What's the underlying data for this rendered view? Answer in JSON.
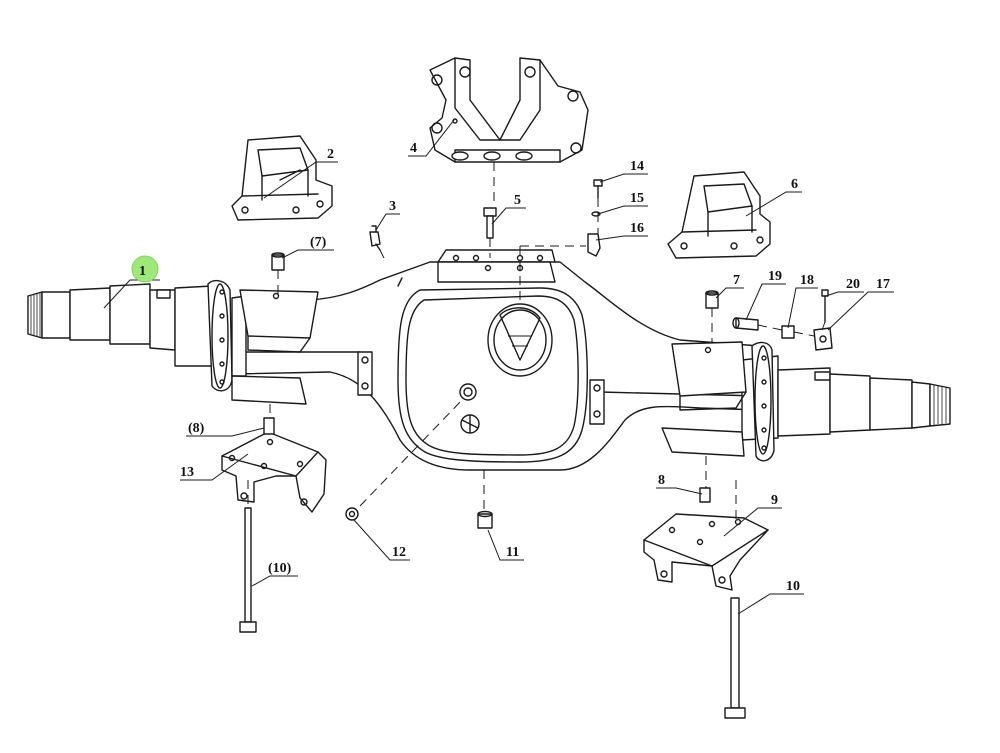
{
  "diagram": {
    "highlight_color": "#9ee87a",
    "callouts": [
      {
        "id": "c1",
        "label": "1",
        "highlighted": true
      },
      {
        "id": "c2",
        "label": "2"
      },
      {
        "id": "c3",
        "label": "3"
      },
      {
        "id": "c4",
        "label": "4"
      },
      {
        "id": "c5",
        "label": "5"
      },
      {
        "id": "c6",
        "label": "6"
      },
      {
        "id": "c7a",
        "label": "(7)"
      },
      {
        "id": "c7b",
        "label": "7"
      },
      {
        "id": "c8a",
        "label": "(8)"
      },
      {
        "id": "c8b",
        "label": "8"
      },
      {
        "id": "c9",
        "label": "9"
      },
      {
        "id": "c10a",
        "label": "(10)"
      },
      {
        "id": "c10b",
        "label": "10"
      },
      {
        "id": "c11",
        "label": "11"
      },
      {
        "id": "c12",
        "label": "12"
      },
      {
        "id": "c13",
        "label": "13"
      },
      {
        "id": "c14",
        "label": "14"
      },
      {
        "id": "c15",
        "label": "15"
      },
      {
        "id": "c16",
        "label": "16"
      },
      {
        "id": "c17",
        "label": "17"
      },
      {
        "id": "c18",
        "label": "18"
      },
      {
        "id": "c19",
        "label": "19"
      },
      {
        "id": "c20",
        "label": "20"
      }
    ]
  }
}
